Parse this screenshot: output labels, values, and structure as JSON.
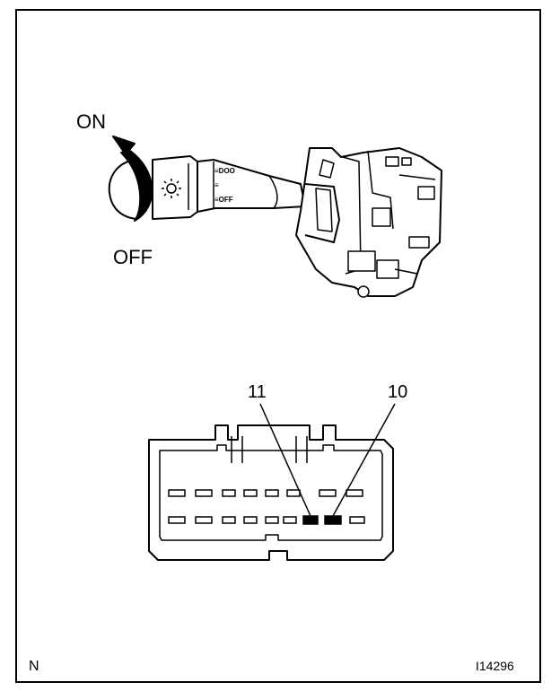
{
  "switch": {
    "on_label": "ON",
    "off_label": "OFF",
    "lever_marks": [
      "≡DOO",
      "≡",
      "≡OFF"
    ]
  },
  "connector": {
    "pin_labels": [
      "11",
      "10"
    ]
  },
  "footer": {
    "corner_letter": "N",
    "figure_id": "I14296"
  },
  "colors": {
    "line": "#000000",
    "background": "#ffffff"
  }
}
